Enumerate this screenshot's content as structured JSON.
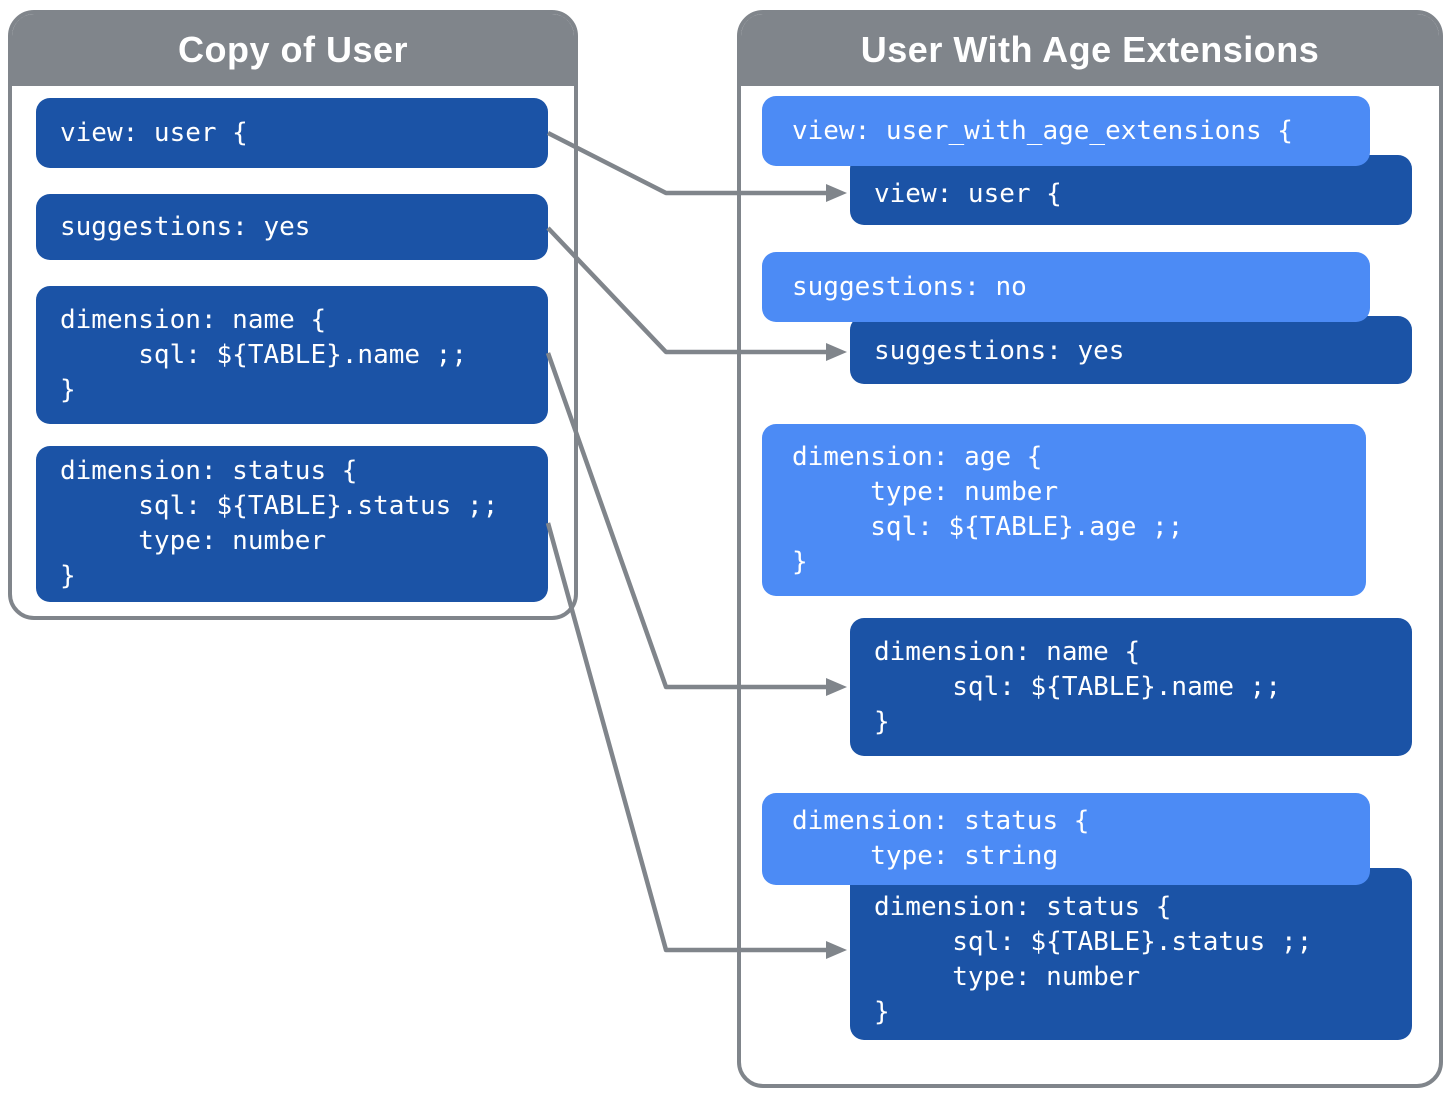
{
  "colors": {
    "dark_blue": "#1b53a6",
    "light_blue": "#4c8bf5",
    "gray": "#80858b",
    "text": "#ffffff"
  },
  "left_panel": {
    "title": "Copy of User",
    "blocks": [
      {
        "id": "view-user",
        "lines": [
          "view: user {"
        ]
      },
      {
        "id": "suggestions-yes",
        "lines": [
          "suggestions: yes"
        ]
      },
      {
        "id": "dimension-name",
        "lines": [
          "dimension: name {",
          "     sql: ${TABLE}.name ;;",
          "}"
        ]
      },
      {
        "id": "dimension-status",
        "lines": [
          "dimension: status {",
          "     sql: ${TABLE}.status ;;",
          "     type: number",
          "}"
        ]
      }
    ]
  },
  "right_panel": {
    "title": "User With Age Extensions",
    "blocks": [
      {
        "id": "view-refinement",
        "style": "light",
        "lines": [
          "view: user_with_age_extensions {"
        ]
      },
      {
        "id": "view-original",
        "style": "dark",
        "lines": [
          "view: user {"
        ]
      },
      {
        "id": "suggestions-refinement",
        "style": "light",
        "lines": [
          "suggestions: no"
        ]
      },
      {
        "id": "suggestions-original",
        "style": "dark",
        "lines": [
          "suggestions: yes"
        ]
      },
      {
        "id": "dimension-age",
        "style": "light",
        "lines": [
          "dimension: age {",
          "     type: number",
          "     sql: ${TABLE}.age ;;",
          "}"
        ]
      },
      {
        "id": "dimension-name",
        "style": "dark",
        "lines": [
          "dimension: name {",
          "     sql: ${TABLE}.name ;;",
          "}"
        ]
      },
      {
        "id": "dimension-status-refinement",
        "style": "light",
        "lines": [
          "dimension: status {",
          "     type: string"
        ]
      },
      {
        "id": "dimension-status-original",
        "style": "dark",
        "lines": [
          "dimension: status {",
          "     sql: ${TABLE}.status ;;",
          "     type: number",
          "}"
        ]
      }
    ]
  }
}
